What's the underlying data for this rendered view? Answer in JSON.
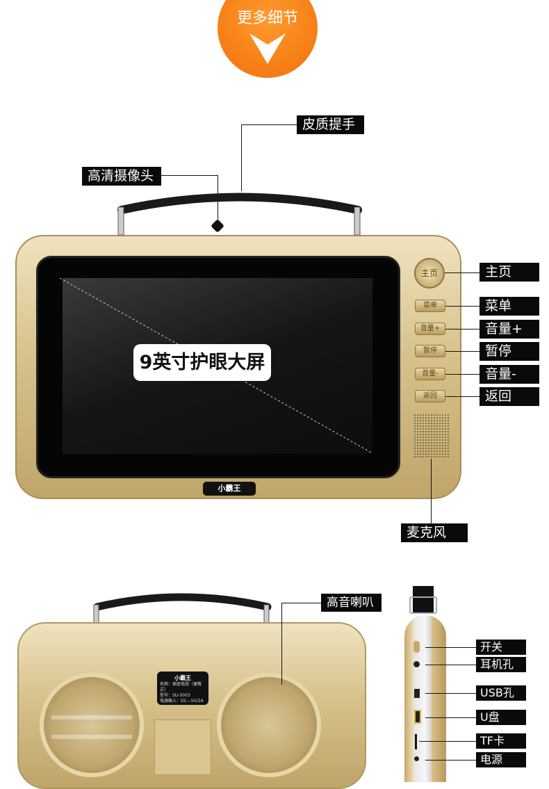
{
  "header": {
    "title": "更多细节",
    "accent": "#f47a12"
  },
  "front_view": {
    "screen_badge": "9英寸护眼大屏",
    "callouts": {
      "handle": "皮质提手",
      "camera": "高清摄像头",
      "microphone": "麦克风"
    },
    "buttons": [
      {
        "key": "home",
        "button_text": "主页",
        "label": "主页"
      },
      {
        "key": "menu",
        "button_text": "菜单",
        "label": "菜单"
      },
      {
        "key": "vol-up",
        "button_text": "音量+",
        "label": "音量+"
      },
      {
        "key": "pause",
        "button_text": "暂停",
        "label": "暂停"
      },
      {
        "key": "vol-down",
        "button_text": "音量-",
        "label": "音量-"
      },
      {
        "key": "back",
        "button_text": "返回",
        "label": "返回"
      }
    ],
    "brand": "小霸王"
  },
  "back_view": {
    "callout_speaker": "高音喇叭",
    "nameplate": {
      "brand": "小霸王",
      "name": "名称：家庭电视（便携式）",
      "model": "型号：SU-5003",
      "power": "电源输入：DC—5V/2A"
    }
  },
  "side_view": {
    "ports": [
      "开关",
      "耳机孔",
      "USB孔",
      "U盘",
      "TF卡",
      "电源"
    ]
  }
}
